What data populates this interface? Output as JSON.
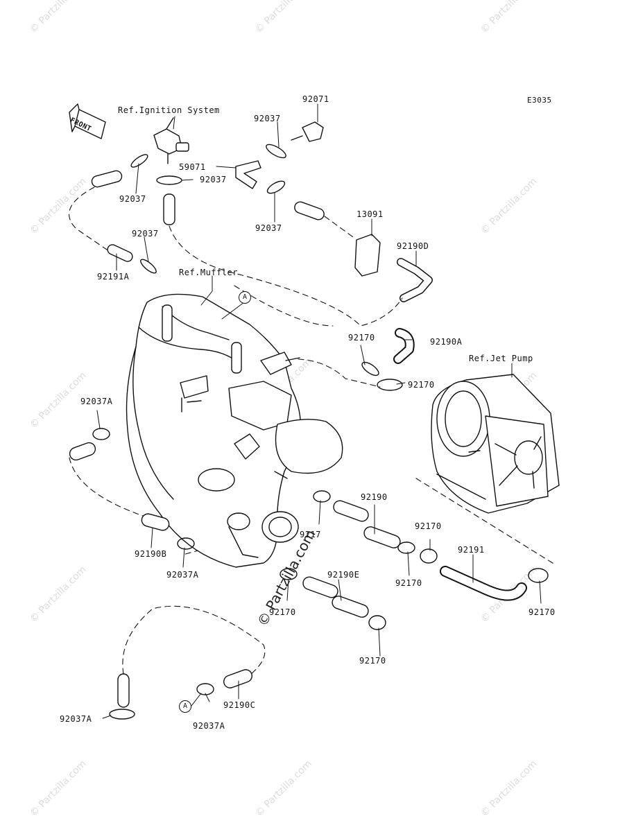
{
  "diagram_code": "E3035",
  "front_label": "FRONT",
  "ref_labels": {
    "ignition": "Ref.Ignition System",
    "muffler": "Ref.Muffler",
    "jet_pump": "Ref.Jet Pump"
  },
  "callout_letter": "A",
  "watermark": "© Partzilla.com",
  "parts": {
    "p92071": "92071",
    "p92037_top": "92037",
    "p59071": "59071",
    "p92037_mid": "92037",
    "p92037_left": "92037",
    "p92037_right": "92037",
    "p13091": "13091",
    "p92037_low": "92037",
    "p92190D": "92190D",
    "p92191A": "92191A",
    "p92170_a": "92170",
    "p92190A": "92190A",
    "p92170_b": "92170",
    "p92037A_left": "92037A",
    "p92190": "92190",
    "p92170_c": "92170",
    "p92170_partial": "9217",
    "p92191": "92191",
    "p92170_d": "92170",
    "p92190B": "92190B",
    "p92037A_mid": "92037A",
    "p92190E": "92190E",
    "p92170_e": "92170",
    "p92170_f": "92170",
    "p92170_g": "92170",
    "p92190C": "92190C",
    "p92037A_bl": "92037A",
    "p92037A_bm": "92037A"
  }
}
